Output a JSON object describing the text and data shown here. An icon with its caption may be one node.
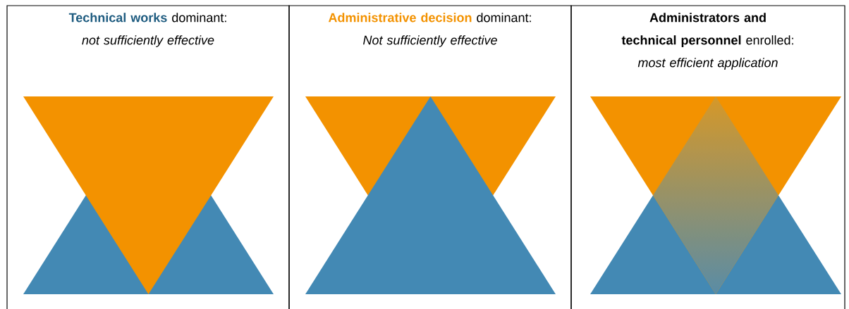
{
  "diagram": {
    "nodes": [
      {
        "text": [
          "Technical works",
          "dominant:",
          "not sufficiently effective"
        ]
      },
      {
        "text": [
          "Administrative decision",
          "dominant:",
          "Not sufficiently effective"
        ]
      },
      {
        "text": [
          "Administrators and technical personnel",
          "enrolled:",
          "most efficient application"
        ]
      }
    ]
  }
}
